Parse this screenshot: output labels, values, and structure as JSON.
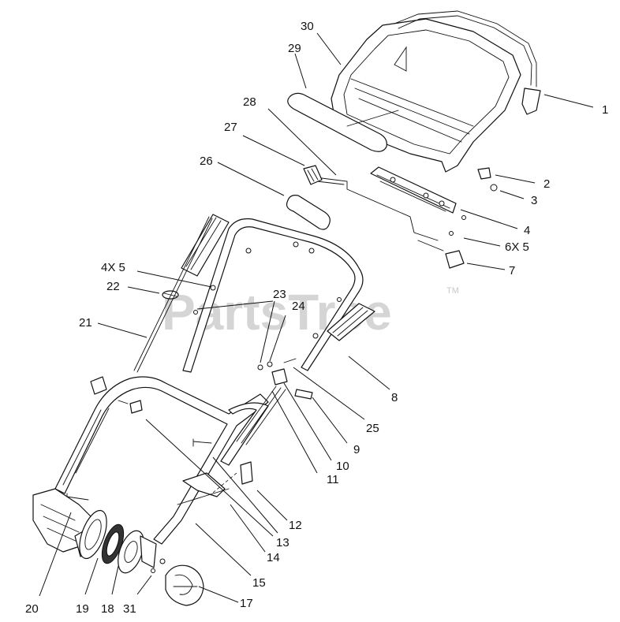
{
  "watermark": {
    "text": "PartsTree",
    "tm": "TM"
  },
  "callouts": {
    "c1": "1",
    "c2": "2",
    "c3": "3",
    "c4": "4",
    "c6x5": "6X 5",
    "c7": "7",
    "c8": "8",
    "c9": "9",
    "c10": "10",
    "c11": "11",
    "c12": "12",
    "c13": "13",
    "c14": "14",
    "c15": "15",
    "c17": "17",
    "c18": "18",
    "c19": "19",
    "c20": "20",
    "c21": "21",
    "c22": "22",
    "c23": "23",
    "c24": "24",
    "c25": "25",
    "c26": "26",
    "c27": "27",
    "c28": "28",
    "c29": "29",
    "c30": "30",
    "c31": "31",
    "c4x5": "4X 5"
  }
}
